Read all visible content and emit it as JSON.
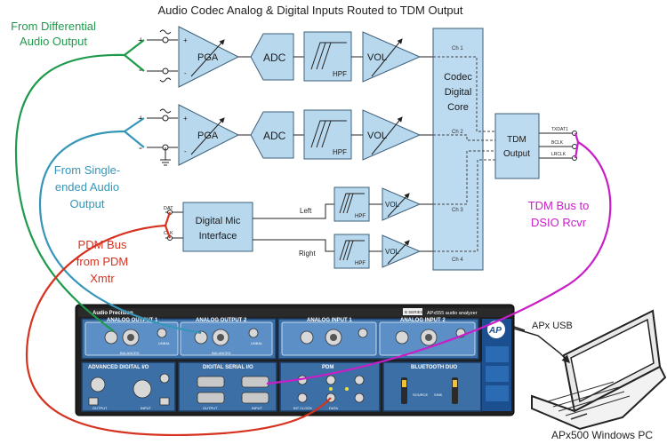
{
  "title": "Audio Codec Analog & Digital Inputs Routed to TDM Output",
  "annotations": {
    "diff_line1": "From Differential",
    "diff_line2": "Audio Output",
    "se_line1": "From Single-",
    "se_line2": "ended Audio",
    "se_line3": "Output",
    "pdm_line1": "PDM Bus",
    "pdm_line2": "from PDM",
    "pdm_line3": "Xmtr",
    "tdm_line1": "TDM Bus to",
    "tdm_line2": "DSIO Rcvr",
    "usb": "APx USB",
    "pc": "APx500 Windows PC"
  },
  "blocks": {
    "pga": "PGA",
    "adc": "ADC",
    "hpf": "HPF",
    "vol": "VOL",
    "core_line1": "Codec",
    "core_line2": "Digital",
    "core_line3": "Core",
    "tdm_line1": "TDM",
    "tdm_line2": "Output",
    "dmic_line1": "Digital Mic",
    "dmic_line2": "Interface"
  },
  "signals": {
    "plus": "+",
    "minus": "-",
    "dat": "DAT",
    "clk": "CLK",
    "left": "Left",
    "right": "Right",
    "ch1": "Ch 1",
    "ch2": "Ch 2",
    "ch3": "Ch 3",
    "ch4": "Ch 4",
    "txdat": "TXDAT1",
    "bclk": "BCLK",
    "lrclk": "LRCLK"
  },
  "instrument": {
    "brand": "Audio Precision",
    "series": "B SERIES",
    "model": "APx555 audio analyzer",
    "logo": "AP",
    "analog_out1": "ANALOG OUTPUT 1",
    "analog_out2": "ANALOG OUTPUT 2",
    "analog_in1": "ANALOG INPUT 1",
    "analog_in2": "ANALOG INPUT 2",
    "adv_digital": "ADVANCED DIGITAL I/O",
    "digital_serial": "DIGITAL SERIAL I/O",
    "pdm": "PDM",
    "bluetooth": "BLUETOOTH DUO",
    "balanced": "BALANCED",
    "unbal": "UNBAL",
    "output": "OUTPUT",
    "input": "INPUT",
    "bit_clock": "BIT CLOCK",
    "data": "DATA",
    "source": "SOURCE",
    "sink": "SINK"
  },
  "colors": {
    "differential": "#1e9a4b",
    "single_ended": "#3796b8",
    "pdm": "#d6321f",
    "tdm": "#c81ec8",
    "block_fill": "#b8d8ee",
    "panel": "#3c6fa6"
  }
}
